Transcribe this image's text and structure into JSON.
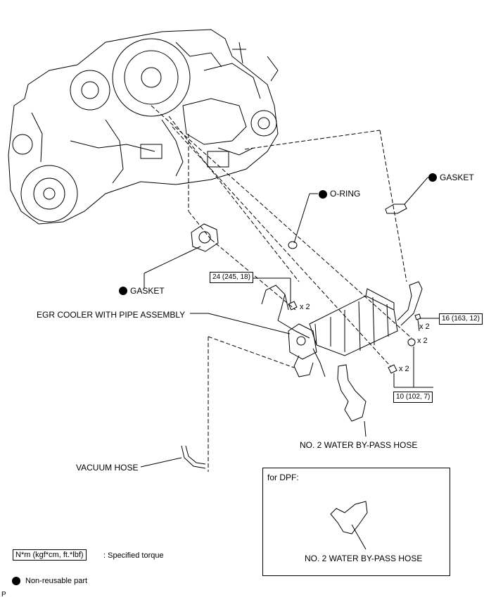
{
  "labels": {
    "gasket_top": "GASKET",
    "o_ring": "O-RING",
    "gasket_left": "GASKET",
    "egr_cooler": "EGR COOLER WITH PIPE ASSEMBLY",
    "water_hose": "NO. 2 WATER BY-PASS HOSE",
    "vacuum_hose": "VACUUM HOSE",
    "dpf_title": "for DPF:",
    "dpf_hose": "NO. 2 WATER BY-PASS HOSE"
  },
  "torques": {
    "t1": "24 (245, 18)",
    "t2": "16 (163, 12)",
    "t3": "10 (102, 7)"
  },
  "quantities": {
    "q1": "x 2",
    "q2": "x 2",
    "q3": "x 2",
    "q4": "x 2"
  },
  "legend": {
    "torque_unit": "N*m (kgf*cm, ft.*lbf)",
    "torque_desc": ": Specified torque",
    "nonreusable": "Non-reusable part"
  },
  "corner_mark": "P",
  "icons": [
    "non-reusable-dot-icon"
  ]
}
